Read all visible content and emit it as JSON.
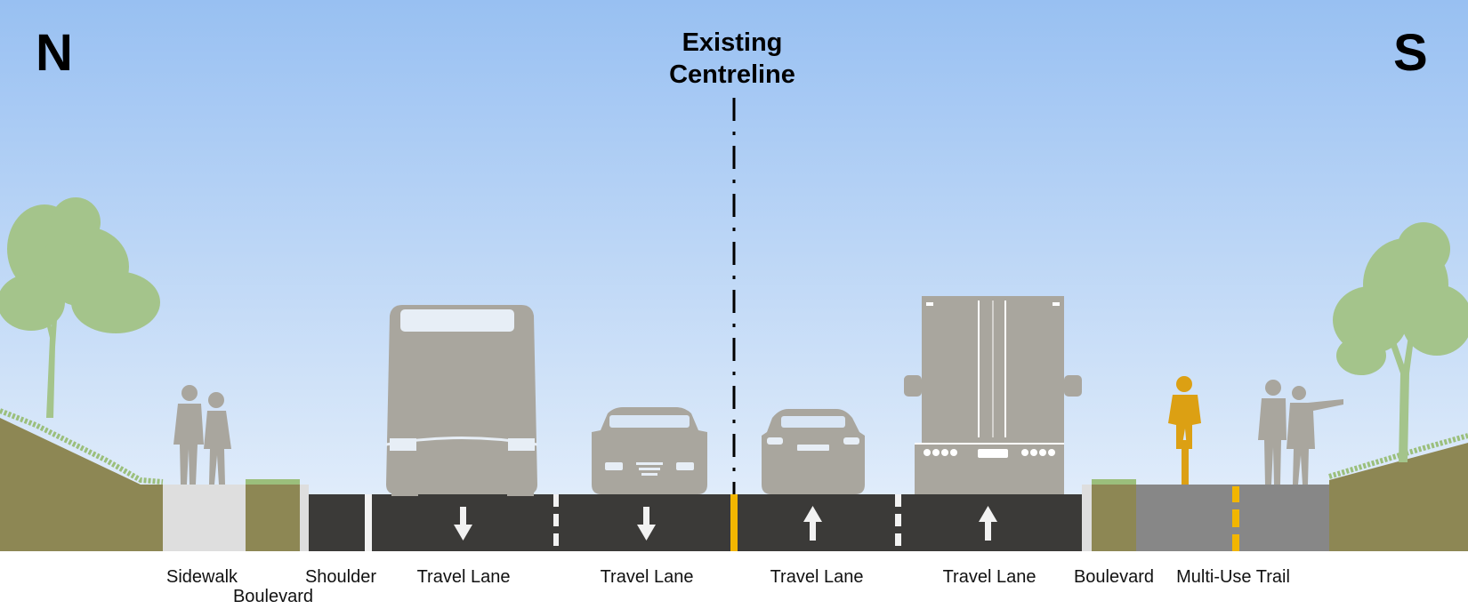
{
  "compass": {
    "north": "N",
    "south": "S"
  },
  "centreline": {
    "line1": "Existing",
    "line2": "Centreline"
  },
  "labels": {
    "sidewalk": "Sidewalk",
    "boulevard_north": "Boulevard",
    "shoulder": "Shoulder",
    "travel_lane_1": "Travel Lane",
    "travel_lane_2": "Travel Lane",
    "travel_lane_3": "Travel Lane",
    "travel_lane_4": "Travel Lane",
    "boulevard_south": "Boulevard",
    "multi_use_trail": "Multi-Use Trail"
  },
  "colors": {
    "sky_top": "#98c0f2",
    "sky_bottom": "#e6f0fb",
    "asphalt": "#3b3a38",
    "grass": "#8d8754",
    "sidewalk": "#dedede",
    "trail": "#878787",
    "centre_yellow": "#f2b600",
    "vehicle_grey": "#a9a69e",
    "cyclist": "#dca013",
    "tree": "#a4c48b"
  }
}
